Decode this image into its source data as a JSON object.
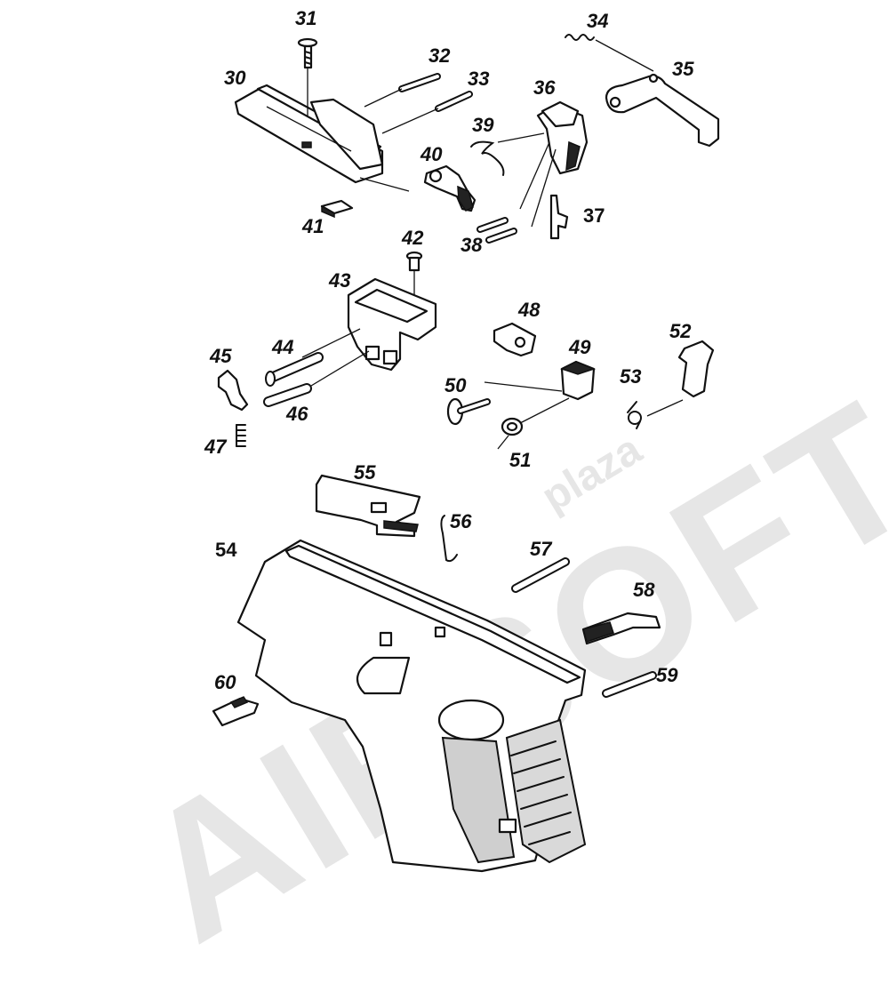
{
  "watermark": {
    "brand": "AIRSOFT",
    "sub": "plaza",
    "color": "#e6e6e6"
  },
  "callouts": [
    "30",
    "31",
    "32",
    "33",
    "34",
    "35",
    "36",
    "37",
    "38",
    "39",
    "40",
    "41",
    "42",
    "43",
    "44",
    "45",
    "46",
    "47",
    "48",
    "49",
    "50",
    "51",
    "52",
    "53",
    "54",
    "55",
    "56",
    "57",
    "58",
    "59",
    "60"
  ],
  "parts": {
    "p30": "30",
    "p31": "31",
    "p32": "32",
    "p33": "33",
    "p34": "34",
    "p35": "35",
    "p36": "36",
    "p37": "37",
    "p38": "38",
    "p39": "39",
    "p40": "40",
    "p41": "41",
    "p42": "42",
    "p43": "43",
    "p44": "44",
    "p45": "45",
    "p46": "46",
    "p47": "47",
    "p48": "48",
    "p49": "49",
    "p50": "50",
    "p51": "51",
    "p52": "52",
    "p53": "53",
    "p54": "54",
    "p55": "55",
    "p56": "56",
    "p57": "57",
    "p58": "58",
    "p59": "59",
    "p60": "60"
  }
}
